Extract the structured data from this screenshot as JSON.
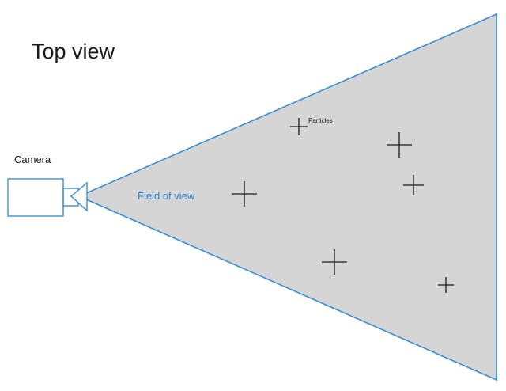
{
  "diagram": {
    "title": "Top view",
    "labels": {
      "camera": "Camera",
      "field_of_view": "Field of view",
      "particles": "Particles"
    },
    "icons": [
      "camera-icon",
      "lens-icon",
      "particle-marker-icon"
    ],
    "colors": {
      "outline": "#3a8fd6",
      "fov_fill": "#d5d5d5",
      "fov_label": "#2f86cf",
      "particle": "#1a1a1a",
      "text": "#1a1a1a"
    },
    "particle_count": 6
  }
}
